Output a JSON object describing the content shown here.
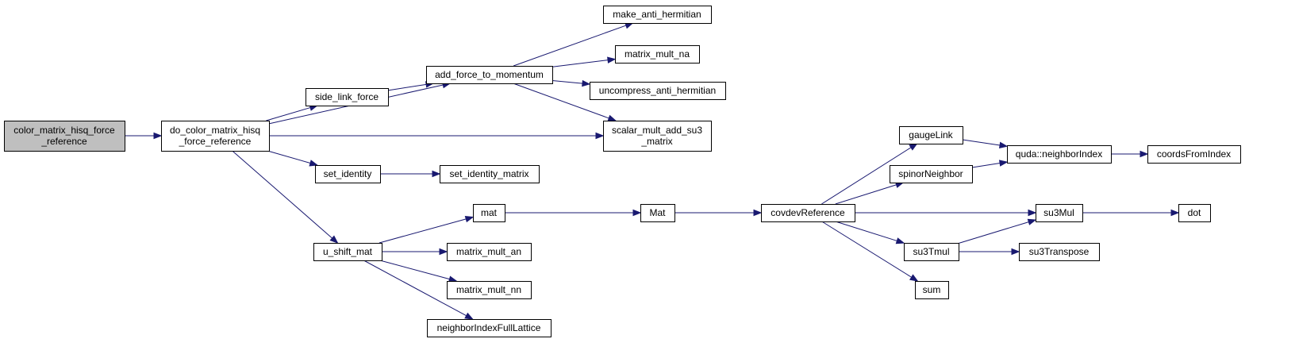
{
  "colors": {
    "edge": "#191970",
    "root_fill": "#bfbfbf",
    "node_fill": "#ffffff",
    "node_stroke": "#000000"
  },
  "nodes": {
    "color_matrix_hisq_force_reference": {
      "lines": [
        "color_matrix_hisq_force",
        "_reference"
      ],
      "root": true
    },
    "do_color_matrix_hisq_force_reference": {
      "lines": [
        "do_color_matrix_hisq",
        "_force_reference"
      ]
    },
    "add_force_to_momentum": {
      "lines": [
        "add_force_to_momentum"
      ]
    },
    "side_link_force": {
      "lines": [
        "side_link_force"
      ]
    },
    "scalar_mult_add_su3_matrix": {
      "lines": [
        "scalar_mult_add_su3",
        "_matrix"
      ]
    },
    "set_identity": {
      "lines": [
        "set_identity"
      ]
    },
    "u_shift_mat": {
      "lines": [
        "u_shift_mat"
      ]
    },
    "make_anti_hermitian": {
      "lines": [
        "make_anti_hermitian"
      ]
    },
    "matrix_mult_na": {
      "lines": [
        "matrix_mult_na"
      ]
    },
    "uncompress_anti_hermitian": {
      "lines": [
        "uncompress_anti_hermitian"
      ]
    },
    "set_identity_matrix": {
      "lines": [
        "set_identity_matrix"
      ]
    },
    "mat": {
      "lines": [
        "mat"
      ]
    },
    "matrix_mult_an": {
      "lines": [
        "matrix_mult_an"
      ]
    },
    "matrix_mult_nn": {
      "lines": [
        "matrix_mult_nn"
      ]
    },
    "neighborIndexFullLattice": {
      "lines": [
        "neighborIndexFullLattice"
      ]
    },
    "Mat": {
      "lines": [
        "Mat"
      ]
    },
    "covdevReference": {
      "lines": [
        "covdevReference"
      ]
    },
    "gaugeLink": {
      "lines": [
        "gaugeLink"
      ]
    },
    "spinorNeighbor": {
      "lines": [
        "spinorNeighbor"
      ]
    },
    "su3Mul": {
      "lines": [
        "su3Mul"
      ]
    },
    "su3Tmul": {
      "lines": [
        "su3Tmul"
      ]
    },
    "sum": {
      "lines": [
        "sum"
      ]
    },
    "quda_neighborIndex": {
      "lines": [
        "quda::neighborIndex"
      ]
    },
    "coordsFromIndex": {
      "lines": [
        "coordsFromIndex"
      ]
    },
    "dot": {
      "lines": [
        "dot"
      ]
    },
    "su3Transpose": {
      "lines": [
        "su3Transpose"
      ]
    }
  },
  "edges": [
    [
      "color_matrix_hisq_force_reference",
      "do_color_matrix_hisq_force_reference"
    ],
    [
      "do_color_matrix_hisq_force_reference",
      "add_force_to_momentum"
    ],
    [
      "do_color_matrix_hisq_force_reference",
      "side_link_force"
    ],
    [
      "do_color_matrix_hisq_force_reference",
      "scalar_mult_add_su3_matrix"
    ],
    [
      "do_color_matrix_hisq_force_reference",
      "set_identity"
    ],
    [
      "do_color_matrix_hisq_force_reference",
      "u_shift_mat"
    ],
    [
      "side_link_force",
      "add_force_to_momentum"
    ],
    [
      "add_force_to_momentum",
      "make_anti_hermitian"
    ],
    [
      "add_force_to_momentum",
      "matrix_mult_na"
    ],
    [
      "add_force_to_momentum",
      "uncompress_anti_hermitian"
    ],
    [
      "add_force_to_momentum",
      "scalar_mult_add_su3_matrix"
    ],
    [
      "set_identity",
      "set_identity_matrix"
    ],
    [
      "u_shift_mat",
      "mat"
    ],
    [
      "u_shift_mat",
      "matrix_mult_an"
    ],
    [
      "u_shift_mat",
      "matrix_mult_nn"
    ],
    [
      "u_shift_mat",
      "neighborIndexFullLattice"
    ],
    [
      "mat",
      "Mat"
    ],
    [
      "Mat",
      "covdevReference"
    ],
    [
      "covdevReference",
      "gaugeLink"
    ],
    [
      "covdevReference",
      "spinorNeighbor"
    ],
    [
      "covdevReference",
      "su3Mul"
    ],
    [
      "covdevReference",
      "su3Tmul"
    ],
    [
      "covdevReference",
      "sum"
    ],
    [
      "gaugeLink",
      "quda_neighborIndex"
    ],
    [
      "spinorNeighbor",
      "quda_neighborIndex"
    ],
    [
      "quda_neighborIndex",
      "coordsFromIndex"
    ],
    [
      "su3Mul",
      "dot"
    ],
    [
      "su3Tmul",
      "su3Mul"
    ],
    [
      "su3Tmul",
      "su3Transpose"
    ]
  ]
}
